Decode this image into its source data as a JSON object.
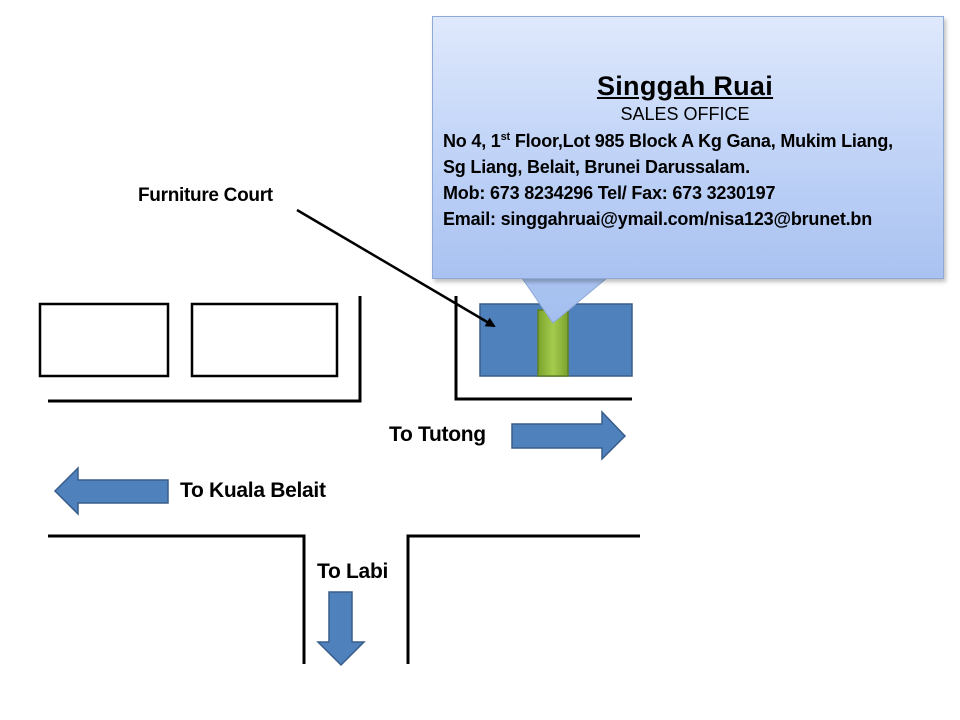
{
  "labels": {
    "furniture_court": "Furniture Court",
    "to_tutong": "To Tutong",
    "to_kuala_belait": "To Kuala Belait",
    "to_labi": "To Labi"
  },
  "callout": {
    "title": "Singgah Ruai",
    "subtitle": "SALES OFFICE",
    "address_line1_pre": "No 4, 1",
    "address_line1_sup": "st",
    "address_line1_post": " Floor,Lot 985 Block A Kg Gana, Mukim Liang,",
    "address_line2": "Sg Liang, Belait, Brunei Darussalam.",
    "phone_line": "Mob: 673 8234296 Tel/ Fax: 673 3230197",
    "email_line": "Email: singgahruai@ymail.com/nisa123@brunet.bn"
  },
  "colors": {
    "building_fill": "#4f81bd",
    "building_stroke": "#385d8a",
    "office_fill": "#8cb33a",
    "arrow_fill": "#4f81bd",
    "callout_top": "#dfe9fc",
    "callout_bottom": "#a9c2f1"
  }
}
